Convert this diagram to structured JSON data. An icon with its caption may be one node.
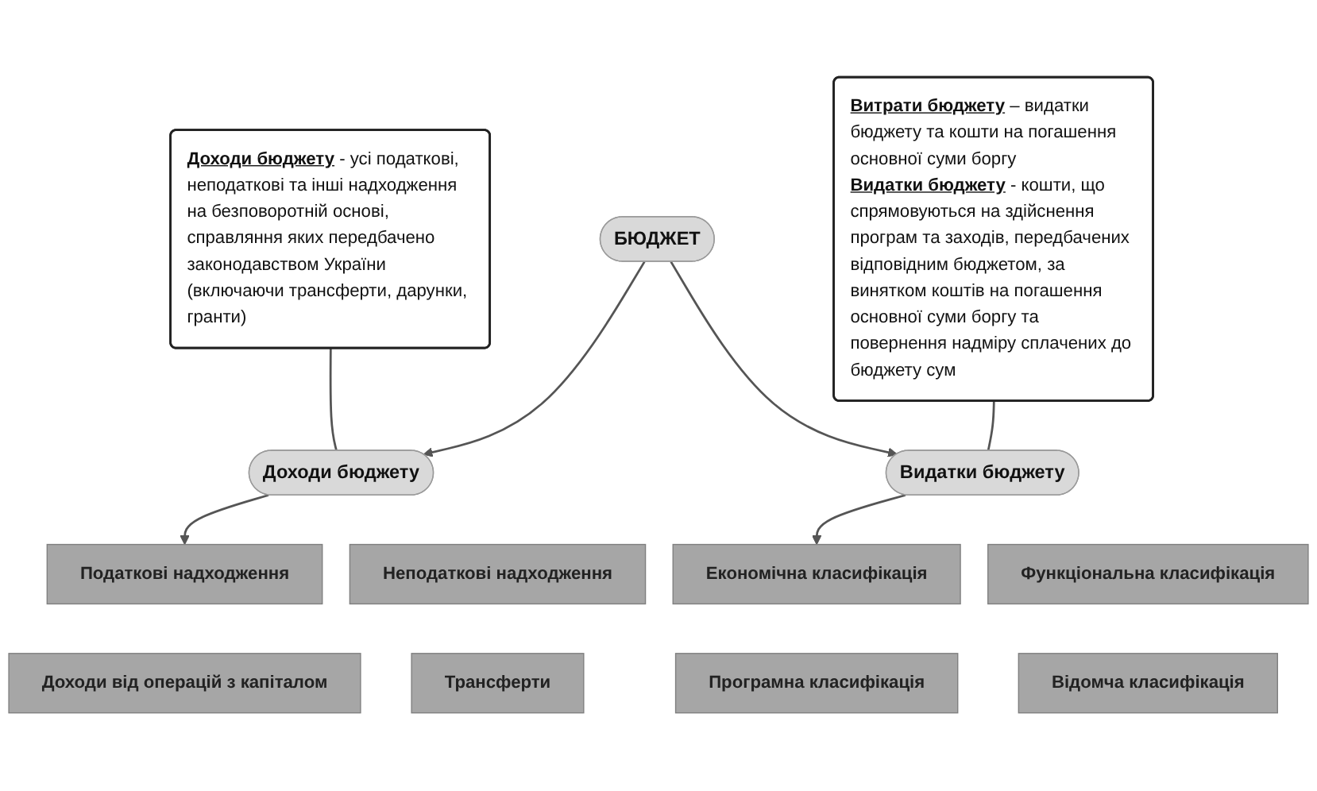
{
  "diagram": {
    "nodes": [
      {
        "text": [
          "БЮДЖЕТ"
        ]
      },
      {
        "text": [
          "Доходи бюджету"
        ]
      },
      {
        "text": [
          "Видатки бюджету"
        ]
      },
      {
        "text": [
          "**Доходи бюджету** - усі податкові, неподаткові та інші надходження на безповоротній основі, справляння яких передбачено законодавством України (включаючи трансферти, дарунки, гранти)"
        ]
      },
      {
        "text": [
          "**Витрати бюджету** – видатки бюджету та кошти на погашення основної суми боргу",
          "**Видатки бюджету** - кошти, що спрямовуються на здійснення програм та заходів, передбачених відповідним бюджетом, за винятком коштів на погашення основної суми боргу та повернення надміру сплачених до бюджету сум"
        ]
      },
      {
        "text": [
          "Податкові надходження"
        ]
      },
      {
        "text": [
          "Доходи від операцій з капіталом"
        ]
      },
      {
        "text": [
          "Неподаткові надходження"
        ]
      },
      {
        "text": [
          "Трансферти"
        ]
      },
      {
        "text": [
          "Функціональна класифікація"
        ]
      },
      {
        "text": [
          "Економічна класифікація"
        ]
      },
      {
        "text": [
          "Відомча класифікація"
        ]
      },
      {
        "text": [
          "Програмна класифікація"
        ]
      }
    ],
    "edges": [
      {
        "from": 0,
        "to": 1,
        "arrow": "to"
      },
      {
        "from": 0,
        "to": 2,
        "arrow": "to"
      },
      {
        "from": 3,
        "to": 1,
        "arrow": "none"
      },
      {
        "from": 4,
        "to": 2,
        "arrow": "none"
      },
      {
        "from": 1,
        "to": 5,
        "arrow": "to"
      },
      {
        "from": 2,
        "to": 10,
        "arrow": "to"
      }
    ]
  }
}
